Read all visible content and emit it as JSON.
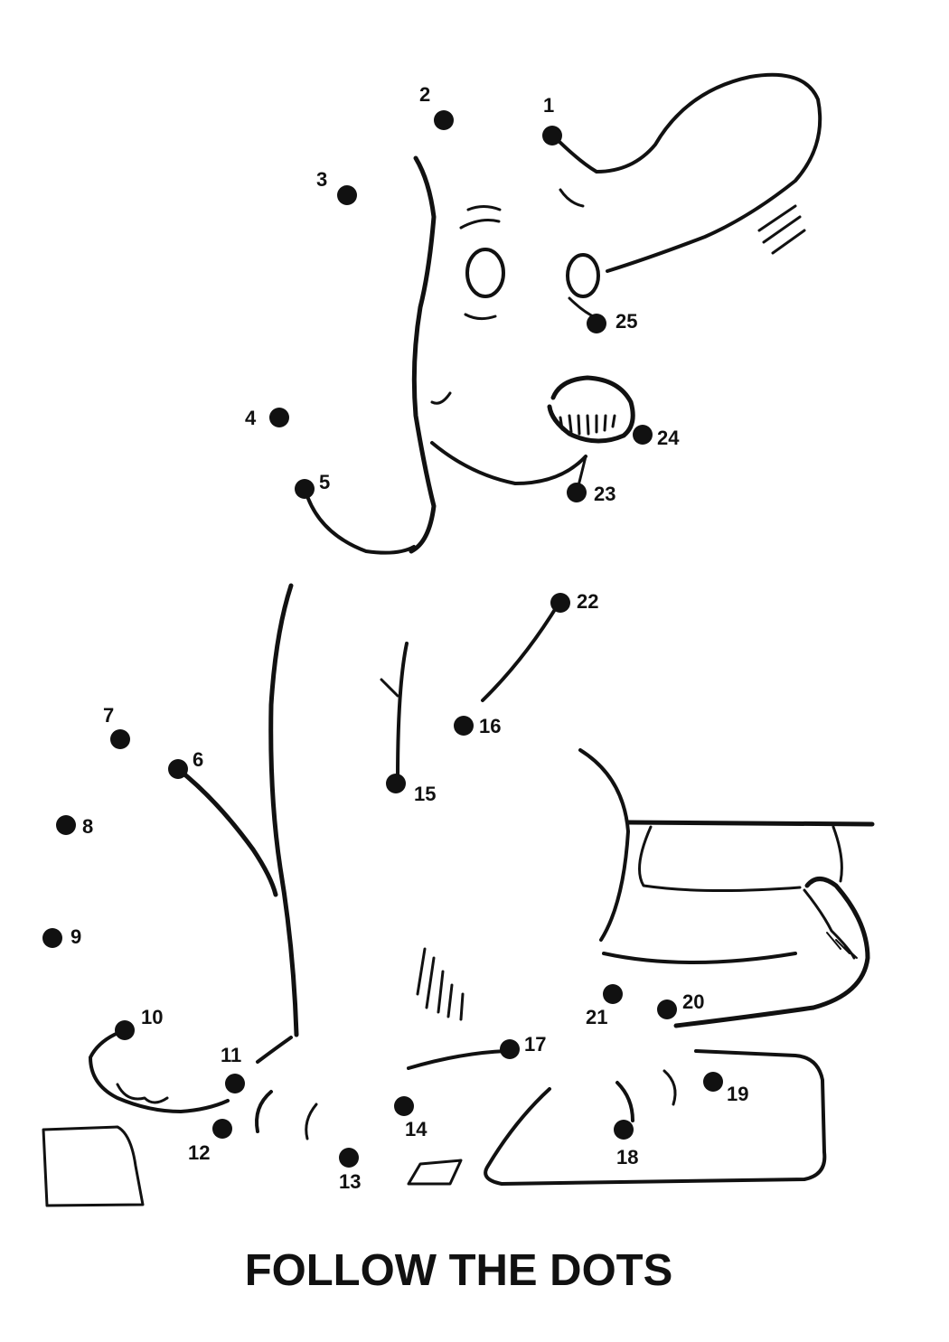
{
  "title": "FOLLOW THE DOTS",
  "colors": {
    "ink": "#111111",
    "paper": "#ffffff"
  },
  "dots": [
    {
      "number": "1"
    },
    {
      "number": "2"
    },
    {
      "number": "3"
    },
    {
      "number": "4"
    },
    {
      "number": "5"
    },
    {
      "number": "6"
    },
    {
      "number": "7"
    },
    {
      "number": "8"
    },
    {
      "number": "9"
    },
    {
      "number": "10"
    },
    {
      "number": "11"
    },
    {
      "number": "12"
    },
    {
      "number": "13"
    },
    {
      "number": "14"
    },
    {
      "number": "15"
    },
    {
      "number": "16"
    },
    {
      "number": "17"
    },
    {
      "number": "18"
    },
    {
      "number": "19"
    },
    {
      "number": "20"
    },
    {
      "number": "21"
    },
    {
      "number": "22"
    },
    {
      "number": "23"
    },
    {
      "number": "24"
    },
    {
      "number": "25"
    }
  ]
}
